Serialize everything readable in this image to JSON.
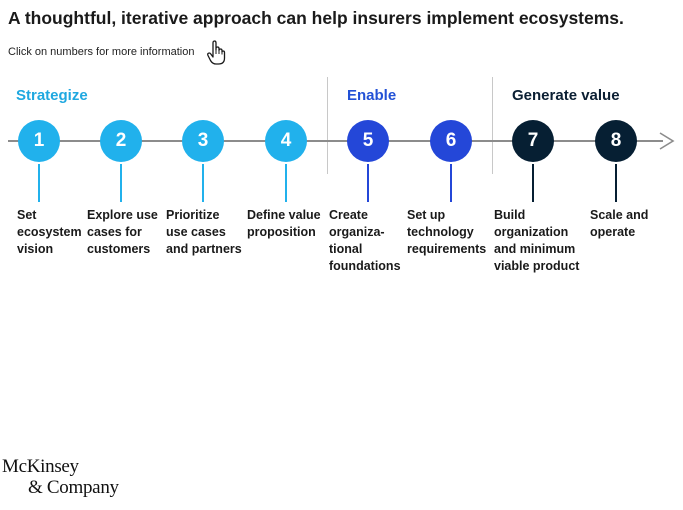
{
  "title": "A thoughtful, iterative approach can help insurers implement ecosystems.",
  "subtitle": "Click on numbers for more information",
  "icons": {
    "hint": "pointing-hand-icon"
  },
  "phases": [
    {
      "name": "Strategize",
      "color": "#1fa8e0"
    },
    {
      "name": "Enable",
      "color": "#2251d6"
    },
    {
      "name": "Generate value",
      "color": "#0b1f33"
    }
  ],
  "steps": [
    {
      "number": "1",
      "label": "Set ecosystem vision",
      "phase": 0,
      "color": "#21b1ec"
    },
    {
      "number": "2",
      "label": "Explore use cases for customers",
      "phase": 0,
      "color": "#21b1ec"
    },
    {
      "number": "3",
      "label": "Prioritize use cases and partners",
      "phase": 0,
      "color": "#21b1ec"
    },
    {
      "number": "4",
      "label": "Define value proposition",
      "phase": 0,
      "color": "#21b1ec"
    },
    {
      "number": "5",
      "label": "Create organiza-tional foundations",
      "phase": 1,
      "color": "#2447d8"
    },
    {
      "number": "6",
      "label": "Set up technology requirements",
      "phase": 1,
      "color": "#2447d8"
    },
    {
      "number": "7",
      "label": "Build organization and minimum viable product",
      "phase": 2,
      "color": "#061f33"
    },
    {
      "number": "8",
      "label": "Scale and operate",
      "phase": 2,
      "color": "#061f33"
    }
  ],
  "logo": {
    "line1": "McKinsey",
    "line2": "& Company"
  }
}
